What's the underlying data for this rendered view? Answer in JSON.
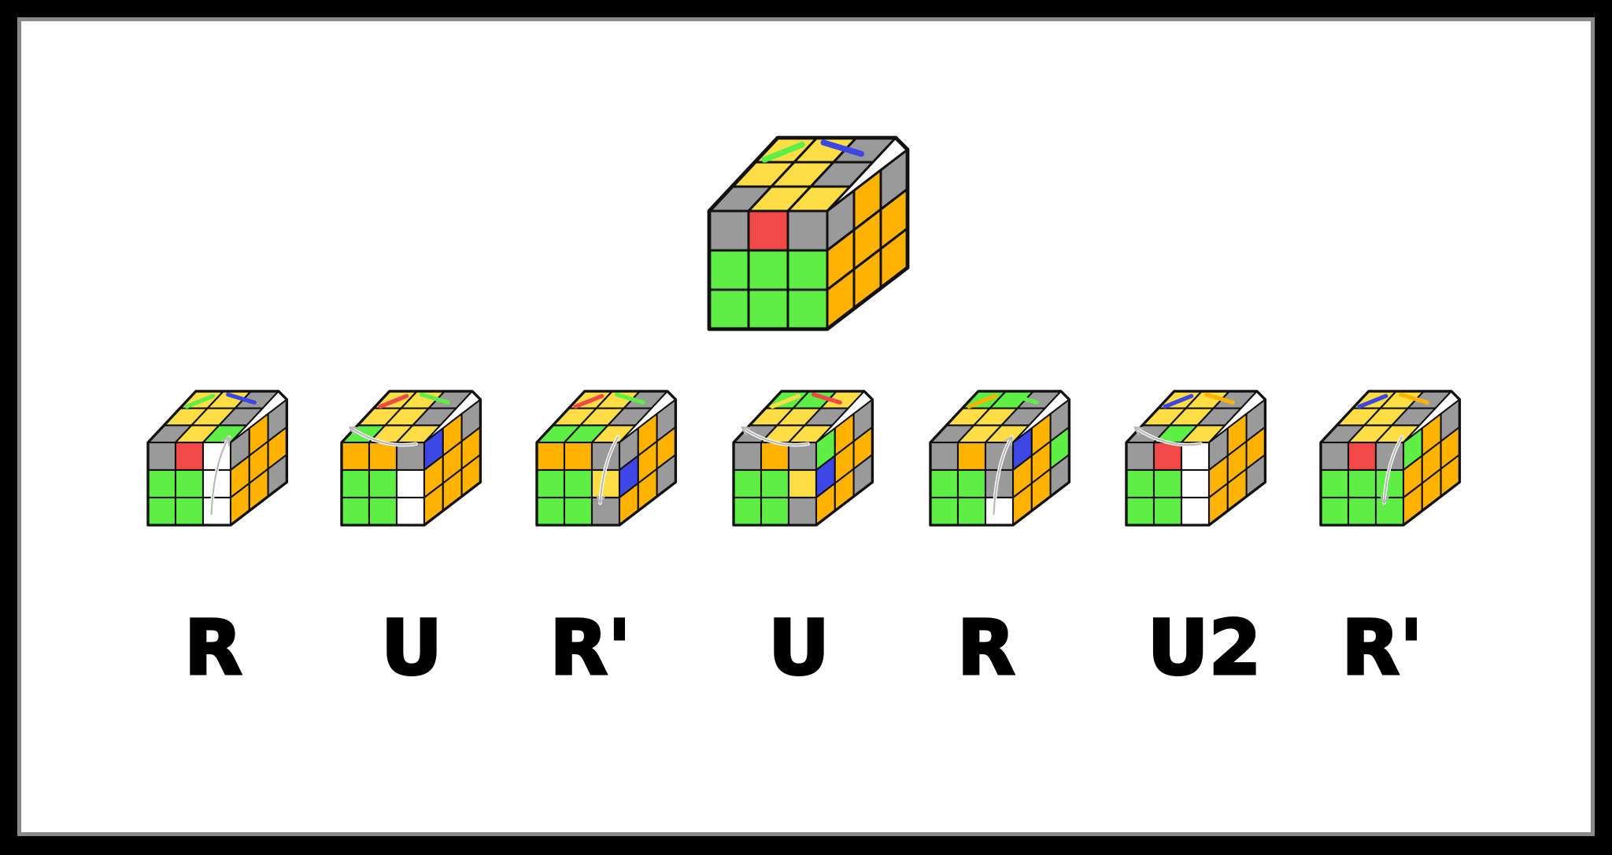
{
  "colors": {
    "Y": "#ffdd44",
    "W": "#ffffff",
    "G": "#5fee46",
    "O": "#ffb300",
    "R": "#f24848",
    "B": "#3c47e6",
    "X": "#9a9a9a",
    "edge": "#111111",
    "arrow": "#b8b8b8"
  },
  "main_cube": {
    "name": "main-cube",
    "top": "YYXYYXXYY",
    "front": "XRXGGGGGG",
    "right": "XOXOOOOOO",
    "markers": [
      "G",
      "B"
    ]
  },
  "steps": [
    {
      "name": "step-1",
      "label": "R",
      "top": "YYXYYXXYG",
      "front": "XRWGGWGGW",
      "right": "XOXOOOOOX",
      "markers": [
        "G",
        "B"
      ],
      "arrow": "up"
    },
    {
      "name": "step-2",
      "label": "U",
      "top": "YYXYYXGYY",
      "front": "OOXGGWGGW",
      "right": "BOXOOOOOO",
      "markers": [
        "R",
        "G"
      ],
      "arrow": "left"
    },
    {
      "name": "step-3",
      "label": "R'",
      "top": "YYXYYXGGY",
      "front": "OOXGGYGGX",
      "right": "XOXBOOOOX",
      "markers": [
        "R",
        "G"
      ],
      "arrow": "down"
    },
    {
      "name": "step-4",
      "label": "U",
      "top": "GGYYYXXYY",
      "front": "XOXGGYGGX",
      "right": "GOXBOOOOX",
      "markers": [
        "Y",
        "R"
      ],
      "arrow": "left"
    },
    {
      "name": "step-5",
      "label": "R",
      "top": "GGXYYXXYY",
      "front": "XOXGGXGGW",
      "right": "BOXOOGOOX",
      "markers": [
        "O",
        "G"
      ],
      "arrow": "up"
    },
    {
      "name": "step-6",
      "label": "U2",
      "top": "YYXYYXXGY",
      "front": "XRWGGWGGW",
      "right": "XOXOOOOOX",
      "markers": [
        "B",
        "O"
      ],
      "arrow": "left"
    },
    {
      "name": "step-7",
      "label": "R'",
      "top": "YYXYYXXYY",
      "front": "XRXGGGGGG",
      "right": "GOXOOOOOO",
      "markers": [
        "B",
        "O"
      ],
      "arrow": "down"
    }
  ]
}
